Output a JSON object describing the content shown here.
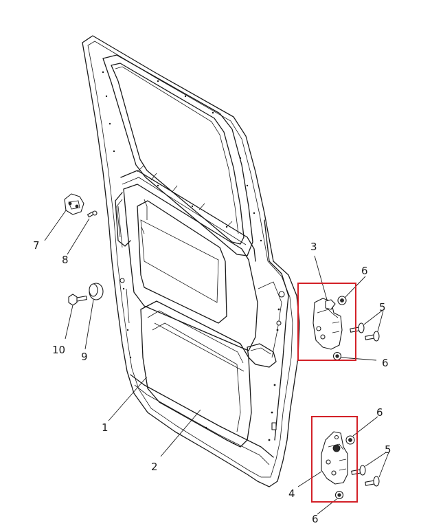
{
  "diagram": {
    "callouts": {
      "c1": "1",
      "c2": "2",
      "c3": "3",
      "c4": "4",
      "c5_upper": "5",
      "c5_lower": "5",
      "c6_upper_top": "6",
      "c6_upper_bottom": "6",
      "c6_lower_top": "6",
      "c6_lower_bottom": "6",
      "c7": "7",
      "c8": "8",
      "c9": "9",
      "c10": "10"
    },
    "highlight_color": "#d32027",
    "line_color": "#1a1a1a"
  }
}
